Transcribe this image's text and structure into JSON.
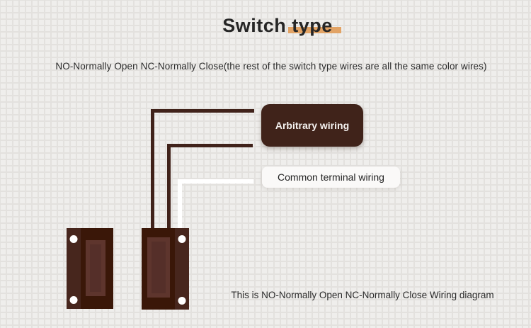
{
  "page": {
    "title": "Switch type",
    "subtitle": "NO-Normally Open NC-Normally Close(the rest of the switch type wires are all the same color wires)",
    "footer": "This is NO-Normally Open NC-Normally Close Wiring diagram"
  },
  "diagram": {
    "arbitrary_label": "Arbitrary wiring",
    "common_label": "Common terminal wiring",
    "switch_count": 2,
    "wires": [
      {
        "id": "no-wire",
        "color": "#40221a"
      },
      {
        "id": "nc-wire",
        "color": "#40221a"
      },
      {
        "id": "common-terminal-wire",
        "color": "#ffffff"
      }
    ]
  },
  "colors": {
    "accent_highlight": "#e2a365",
    "label_box_dark": "#40231a",
    "switch_body": "#3a1708",
    "switch_plate": "#47261d",
    "slot_frame": "#5e352d",
    "slot_fill": "#552f29",
    "background": "#efeeec",
    "grid_line": "#e3e1de",
    "text": "#262626"
  }
}
